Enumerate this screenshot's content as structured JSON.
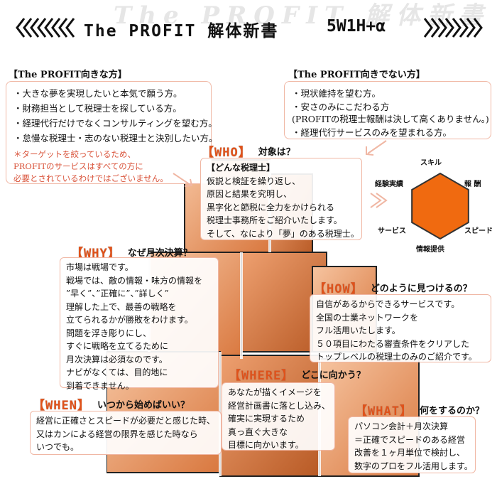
{
  "header": {
    "ghost_text": "The PROFIT 解体新書",
    "title": "The PROFIT 解体新書",
    "subtitle": "5W1H+α"
  },
  "suitable": {
    "title": "【The PROFIT向きな方】",
    "items": [
      "・大きな夢を実現したいと本気で願う方。",
      "・財務担当として税理士を探している方。",
      "・経理代行だけでなくコンサルティングを望む方。",
      "・怠慢な税理士・志のない税理士と決別したい方。"
    ],
    "note": [
      "＊ターゲットを絞っているため、",
      "PROFITのサービスはすべての方に",
      "必要とされているわけではございません。"
    ]
  },
  "unsuitable": {
    "title": "【The PROFIT向きでない方】",
    "items": [
      "・現状維持を望む方。",
      "・安さのみにこだわる方",
      "(PROFITの税理士報酬は決して高くありません。)",
      "・経理代行サービスのみを望まれる方。"
    ]
  },
  "who": {
    "label": "【WHO】",
    "question": "対象は？",
    "box_title": "【どんな税理士】",
    "lines": [
      "仮説と検証を繰り返し、",
      "原因と結果を究明し、",
      "黒字化と節税に全力をかけられる",
      "税理士事務所をご紹介いたします。",
      "そして、なにより「夢」のある税理士。"
    ]
  },
  "why": {
    "label": "【WHY】",
    "question": "なぜ月次決算？",
    "lines": [
      "市場は戦場です。",
      "戦場では、敵の情報・味方の情報を",
      "”早く”、”正確に”、”詳しく”",
      "理解した上で、最善の戦略を",
      "立てられるかが勝敗をわけます。",
      "問題を浮き彫りにし、",
      "すぐに戦略を立てるために",
      "月次決算は必須なのです。",
      "ナビがなくては、目的地に",
      "到着できません。"
    ]
  },
  "how": {
    "label": "【HOW】",
    "question": "どのように見つけるの？",
    "lines": [
      "自信があるからできるサービスです。",
      "全国の士業ネットワークを",
      "フル活用いたします。",
      "５０項目にわたる審査条件をクリアした",
      "トップレベルの税理士のみのご紹介です。"
    ]
  },
  "where": {
    "label": "【WHERE】",
    "question": "どこに向かう？",
    "lines": [
      "あなたが描くイメージを",
      "経営計画書に落とし込み、",
      "確実に実現するため",
      "真っ直ぐ大きな",
      "目標に向かいます。"
    ]
  },
  "when": {
    "label": "【WHEN】",
    "question": "いつから始めばいい？",
    "lines": [
      "経営に正確さとスピードが必要だと感じた時、",
      "又はカンによる経営の限界を感じた時なら",
      "いつでも。"
    ]
  },
  "what": {
    "label": "【WHAT】",
    "question": "何をするのか？",
    "lines": [
      "パソコン会計＋月次決算",
      "＝正確でスピードのある経営",
      "改善を１ヶ月単位で検討し、",
      "数字のプロをフル活用します。"
    ]
  },
  "radar": {
    "axes": [
      "スキル",
      "報 酬",
      "スピード",
      "情報提供",
      "サービス",
      "経験実績"
    ],
    "values": [
      1,
      1,
      1,
      1,
      1,
      1
    ],
    "fill_color": "#f06a10",
    "stroke_color": "#333333"
  },
  "colors": {
    "accent": "#e0521a",
    "panel_border": "#f0b7a4",
    "cube": "#ec9a6c"
  }
}
